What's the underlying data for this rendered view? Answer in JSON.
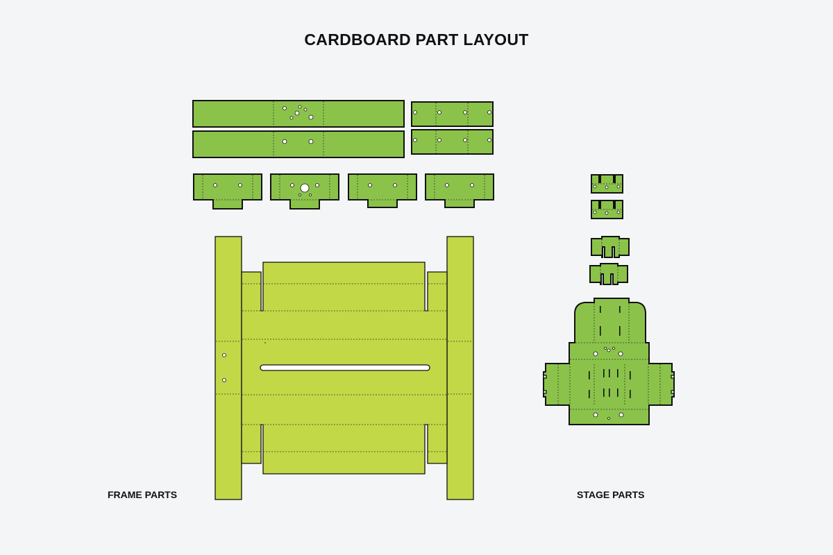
{
  "title": "CARDBOARD PART LAYOUT",
  "labels": {
    "frame": "FRAME PARTS",
    "stage": "STAGE PARTS"
  },
  "colors": {
    "background": "#f4f5f7",
    "stage_green": "#8bc34a",
    "frame_green": "#c3d846",
    "outline": "#111111"
  }
}
